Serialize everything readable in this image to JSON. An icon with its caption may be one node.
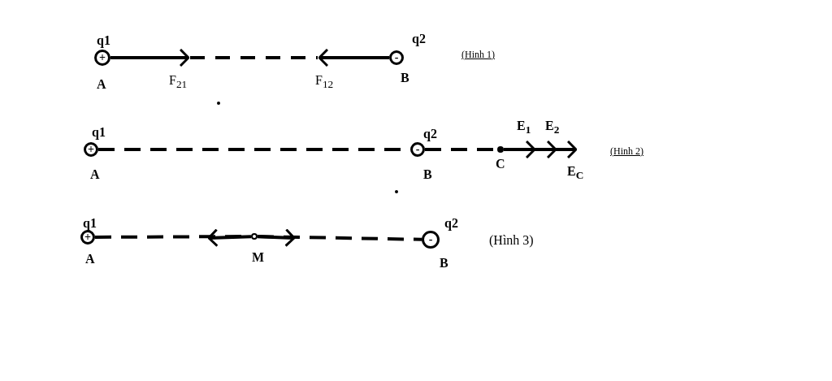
{
  "diagram": {
    "nodes": [
      {
        "text": [
          "+"
        ],
        "beside": [
          "q1",
          "A"
        ]
      },
      {
        "text": [
          "-"
        ],
        "beside": [
          "q2",
          "B"
        ]
      },
      {
        "text": [
          "+"
        ],
        "beside": [
          "q1",
          "A"
        ]
      },
      {
        "text": [
          "-"
        ],
        "beside": [
          "q2",
          "B"
        ]
      },
      {
        "text": [],
        "shape": "circle",
        "beside": [
          "C"
        ]
      },
      {
        "text": [
          "+"
        ],
        "beside": [
          "q1",
          "A"
        ]
      },
      {
        "text": [],
        "shape": "circle",
        "beside": [
          "M"
        ]
      },
      {
        "text": [
          "-"
        ],
        "beside": [
          "q2",
          "B"
        ]
      }
    ],
    "edges": [
      {
        "from": 0,
        "to": null,
        "arrow": "to",
        "label": "F$_{21}$"
      },
      {
        "from": 1,
        "to": null,
        "arrow": "to",
        "label": "F$_{12}$"
      },
      {
        "from": 2,
        "to": 3,
        "arrow": "none",
        "style": "dashed"
      },
      {
        "from": 3,
        "to": 4,
        "arrow": "none",
        "style": "dashed"
      },
      {
        "from": 4,
        "to": null,
        "arrow": "to",
        "label": "E$_{1}$"
      },
      {
        "from": 4,
        "to": null,
        "arrow": "to",
        "label": "E$_{2}$"
      },
      {
        "from": 4,
        "to": null,
        "arrow": "to",
        "label": "E$_{C}$"
      },
      {
        "from": 5,
        "to": 6,
        "arrow": "none",
        "style": "dashed"
      },
      {
        "from": 6,
        "to": null,
        "arrow": "to"
      },
      {
        "from": 6,
        "to": null,
        "arrow": "to"
      },
      {
        "from": 6,
        "to": 7,
        "arrow": "none",
        "style": "dashed"
      }
    ],
    "labels": [
      "(Hinh 1)",
      "(Hinh 2)",
      "(Hình 3)"
    ]
  }
}
